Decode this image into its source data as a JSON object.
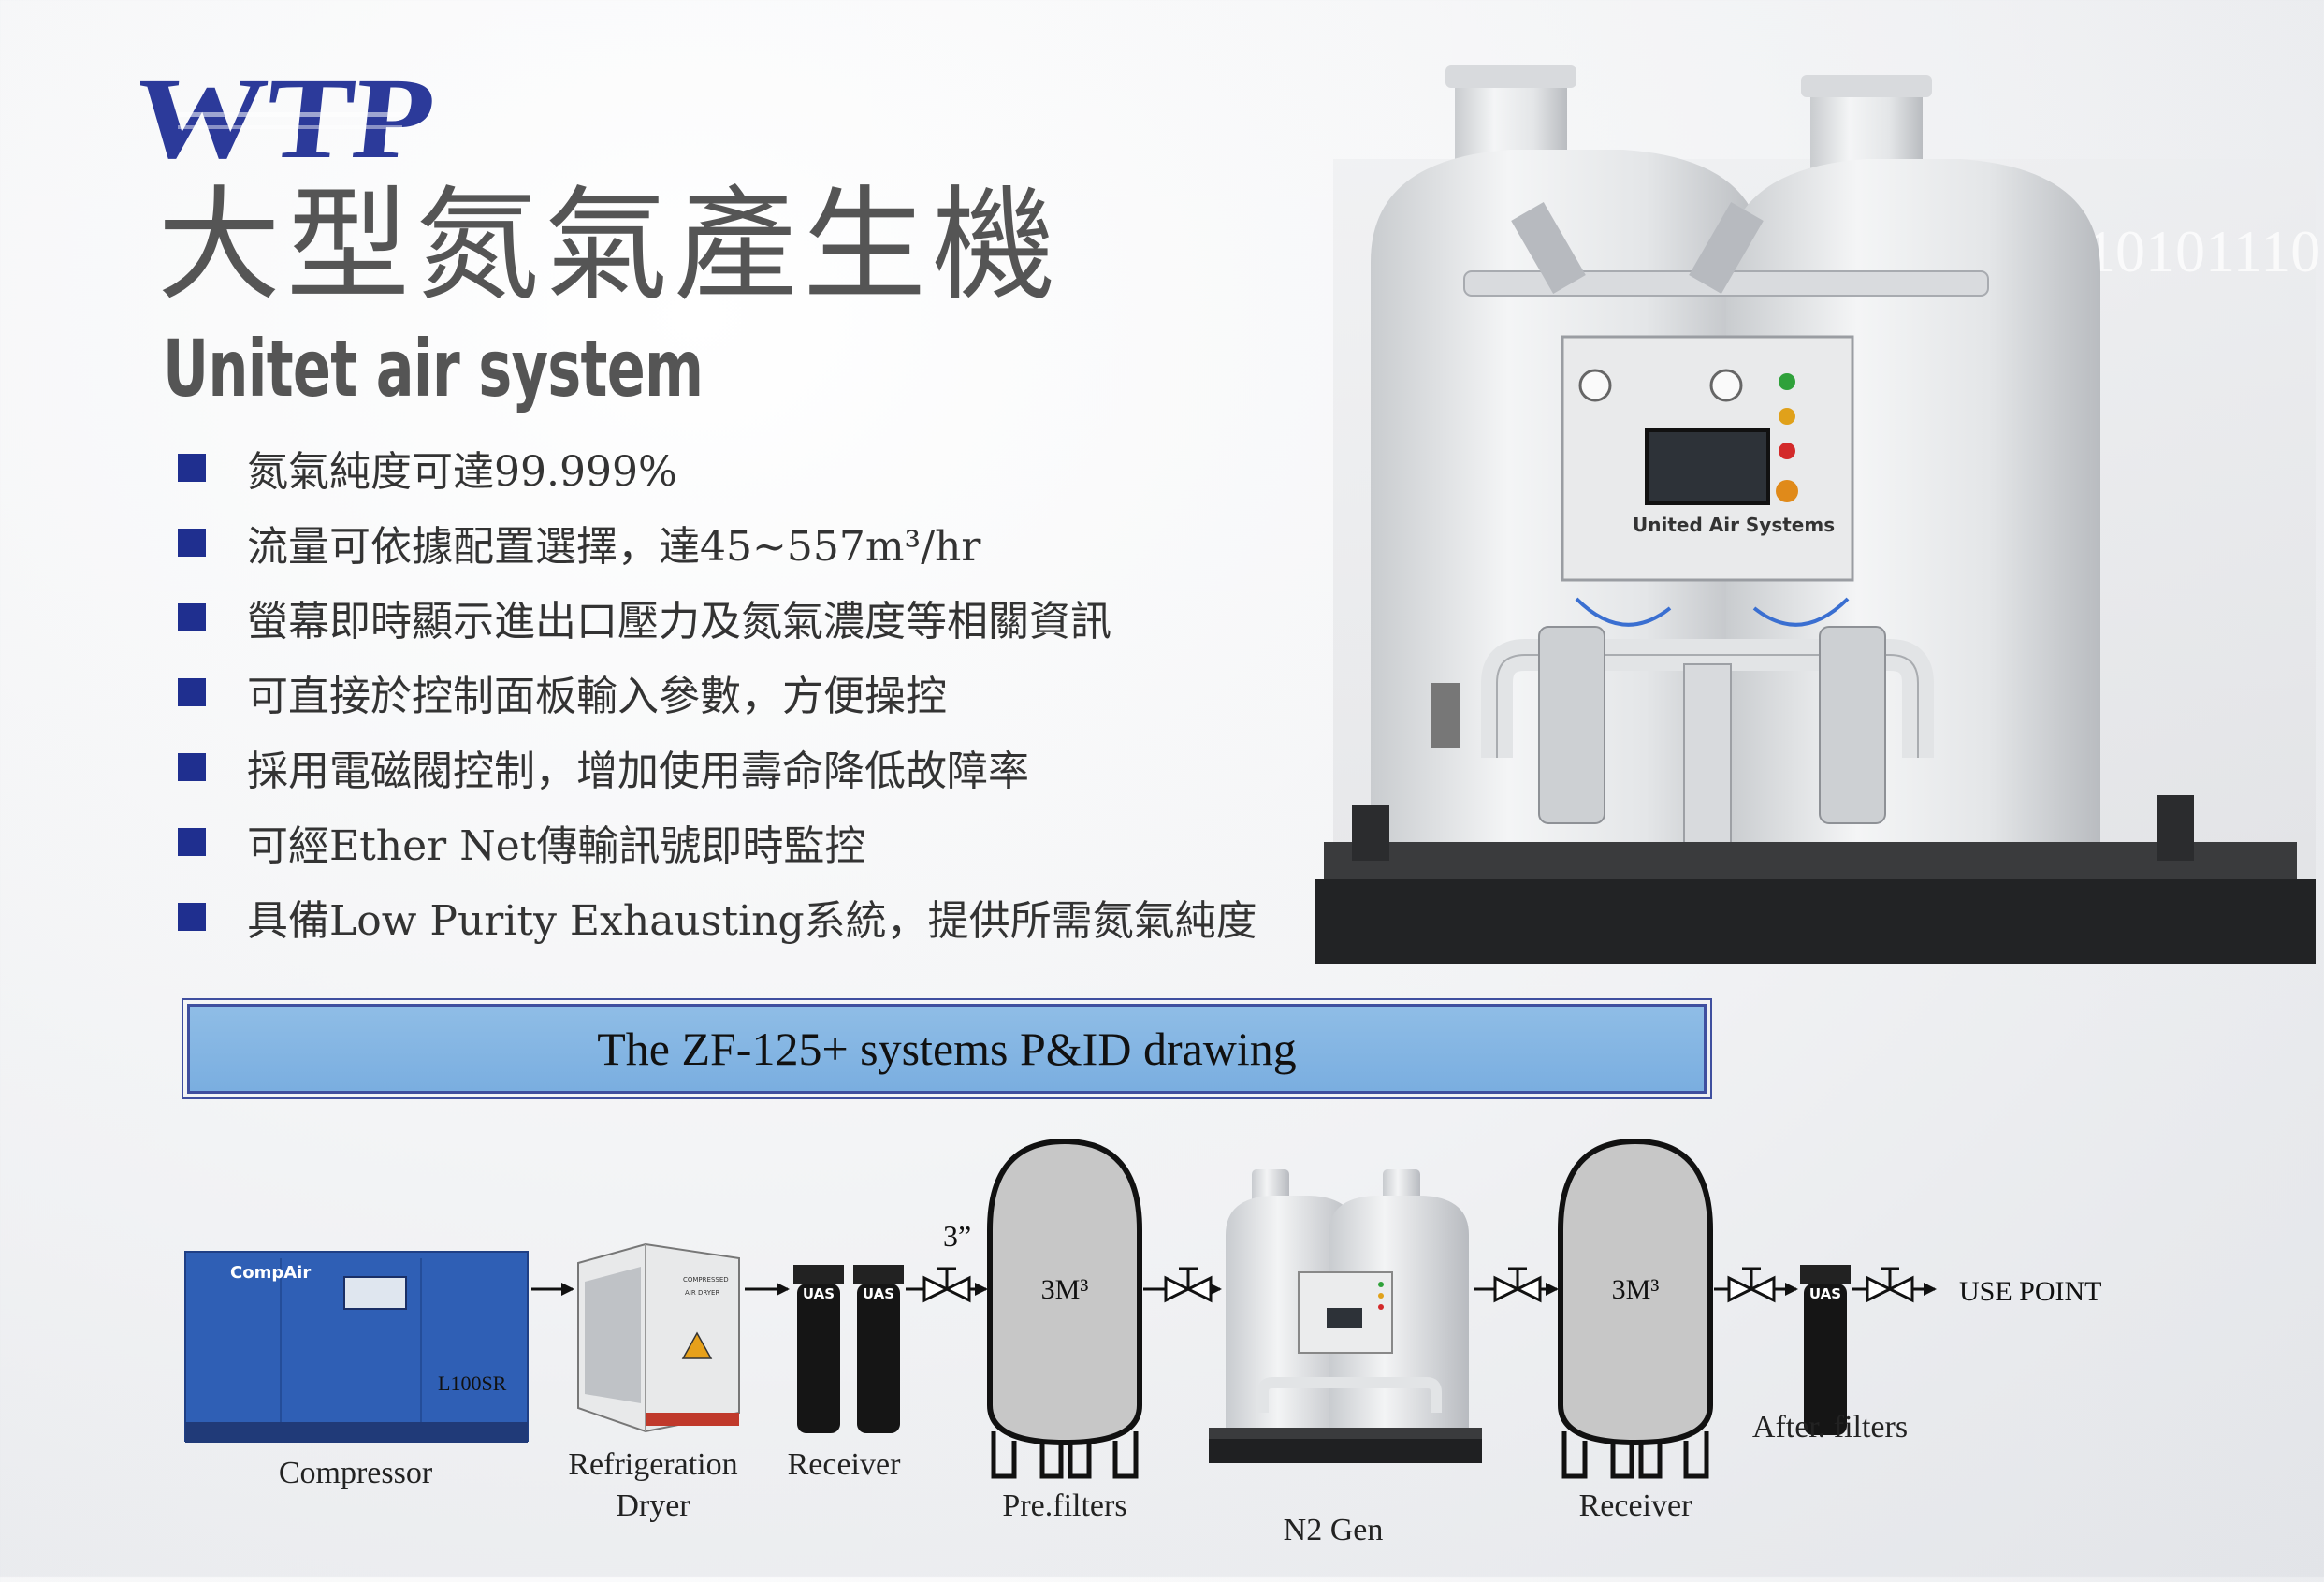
{
  "logo_text": "WTP",
  "title_cn": "大型氮氣產生機",
  "title_en": "Unitet air system",
  "features": [
    "氮氣純度可達99.999%",
    "流量可依據配置選擇，達45~557m³/hr",
    "螢幕即時顯示進出口壓力及氮氣濃度等相關資訊",
    "可直接於控制面板輸入參數，方便操控",
    "採用電磁閥控制，增加使用壽命降低故障率",
    "可經Ether Net傳輸訊號即時監控",
    "具備Low Purity Exhausting系統，提供所需氮氣純度"
  ],
  "photo": {
    "panel_label": "United Air Systems",
    "bg_digits": "0010101110"
  },
  "banner_title": "The ZF-125+ systems P&ID drawing",
  "pid": {
    "compressor": {
      "label": "Compressor",
      "brand": "CompAir",
      "model": "L100SR"
    },
    "dryer": {
      "label_line1": "Refrigeration",
      "label_line2": "Dryer",
      "tag_line1": "COMPRESSED",
      "tag_line2": "AIR DRYER"
    },
    "filters1": {
      "label": "Receiver",
      "tags": [
        "UAS",
        "UAS"
      ]
    },
    "pipe_size": "3”",
    "tank1": {
      "label": "Pre.filters",
      "capacity": "3M³"
    },
    "n2gen": {
      "label": "N2 Gen"
    },
    "tank2": {
      "label": "Receiver",
      "capacity": "3M³"
    },
    "after_filter": {
      "label": "After. filters",
      "tag": "UAS"
    },
    "use_point": "USE POINT"
  },
  "colors": {
    "accent_navy": "#1f2f8f",
    "banner_blue": "#85b5e3",
    "compressor_blue": "#2f5fb5"
  }
}
